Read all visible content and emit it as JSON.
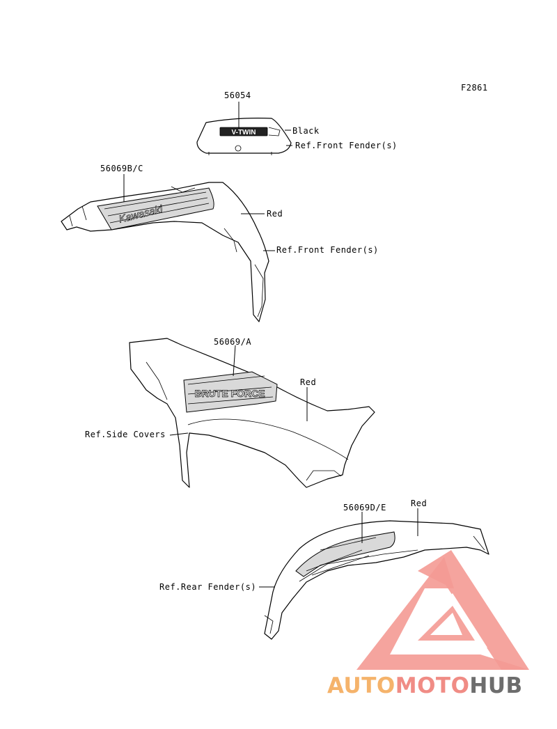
{
  "figure_code": "F2861",
  "callouts": {
    "c1_part": "56054",
    "c1_color": "Black",
    "c1_ref": "Ref.Front Fender(s)",
    "c2_part": "56069B/C",
    "c2_color": "Red",
    "c2_ref": "Ref.Front Fender(s)",
    "c3_part": "56069/A",
    "c3_color": "Red",
    "c3_ref": "Ref.Side Covers",
    "c4_part": "56069D/E",
    "c4_color": "Red",
    "c4_ref": "Ref.Rear Fender(s)"
  },
  "decal_text": {
    "vtwin": "V-TWIN",
    "kawasaki": "Kawasaki",
    "brute_force": "BRUTE FORCE"
  },
  "watermark": {
    "part1": "AUTO",
    "part2": "MOTO",
    "part3": "HUB",
    "color1": "#f5b36b",
    "color2": "#f08c85",
    "color3": "#6d6d6d",
    "logo_color": "#f49a93"
  }
}
